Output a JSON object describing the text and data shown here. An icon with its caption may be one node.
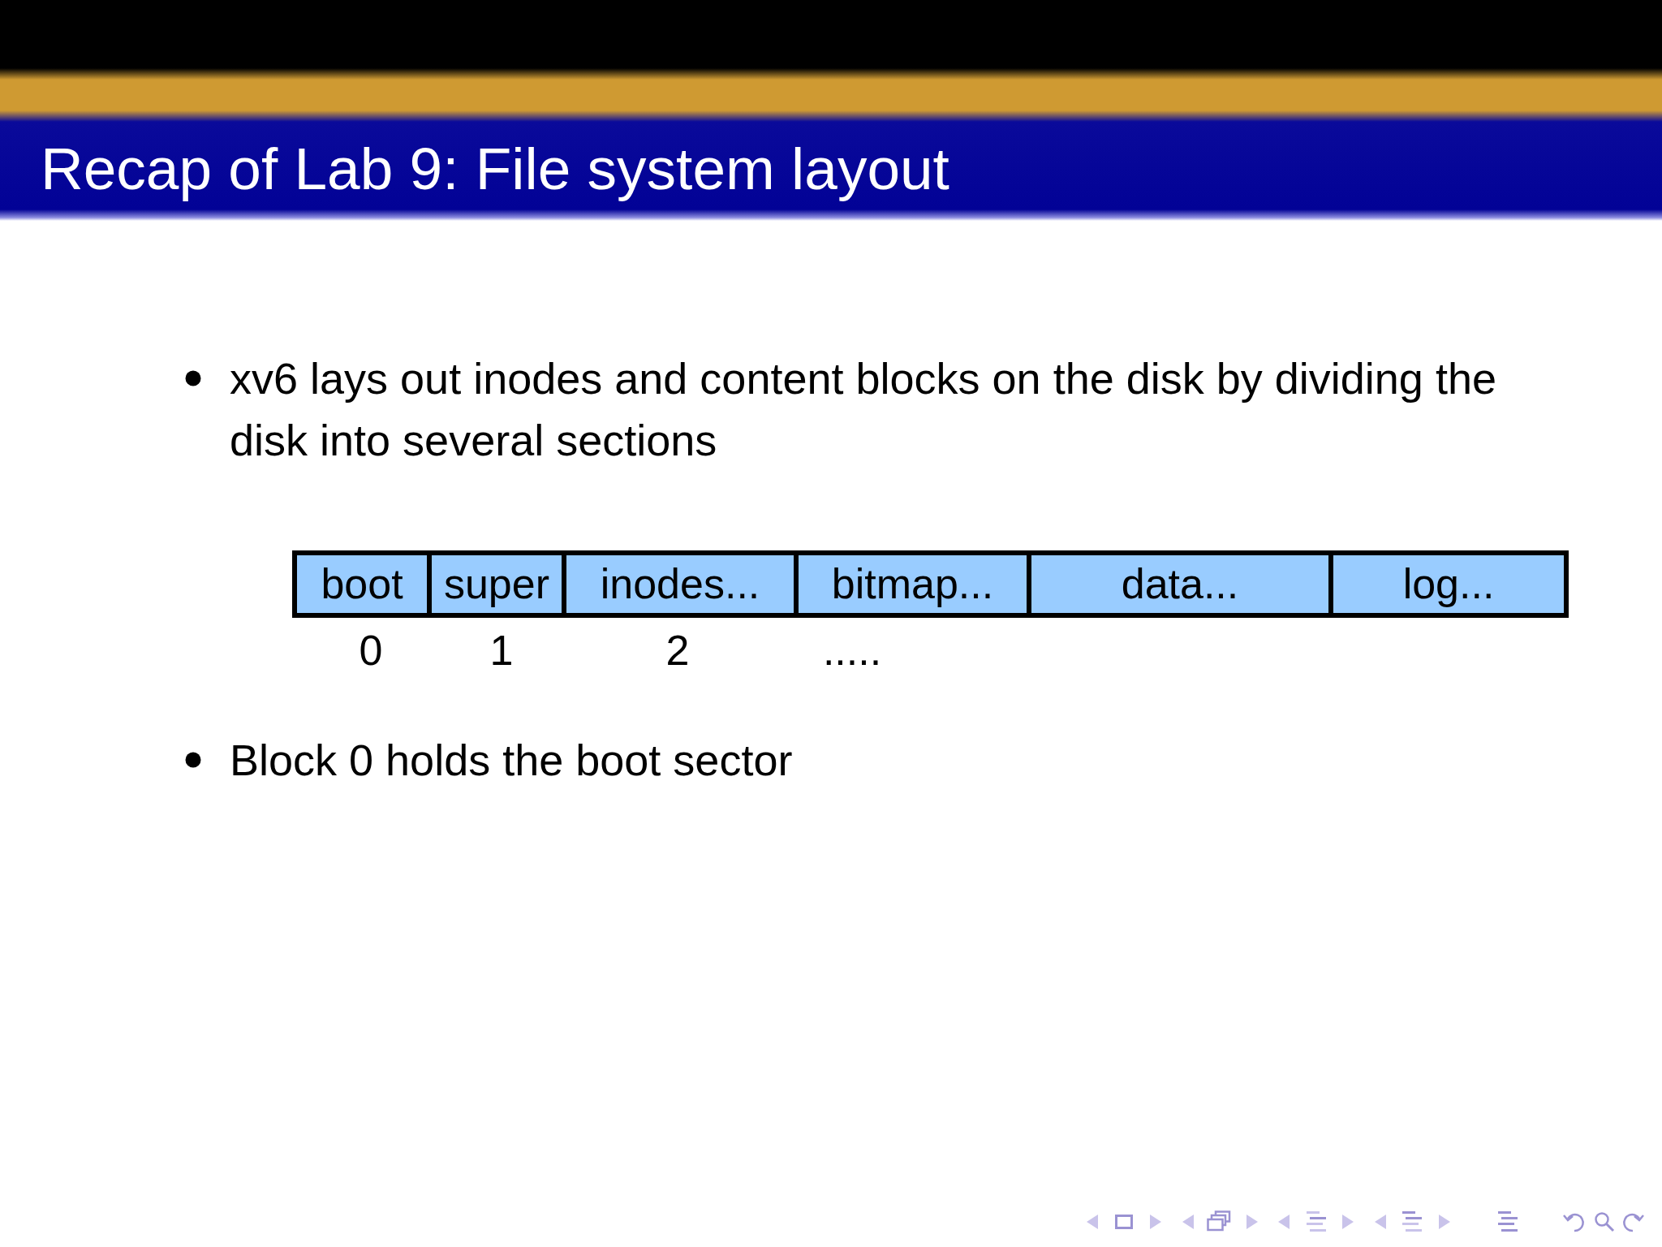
{
  "diagram": {
    "title": "Recap of Lab 9: File system layout",
    "nodes": [
      {
        "text": [
          "boot"
        ]
      },
      {
        "text": [
          "super"
        ]
      },
      {
        "text": [
          "inodes..."
        ]
      },
      {
        "text": [
          "bitmap..."
        ]
      },
      {
        "text": [
          "data..."
        ]
      },
      {
        "text": [
          "log..."
        ]
      }
    ],
    "labels": [
      "xv6 lays out inodes and content blocks on the disk by dividing the disk into several sections",
      "0",
      "1",
      "2",
      ".....",
      "Block 0 holds the boot sector"
    ]
  }
}
